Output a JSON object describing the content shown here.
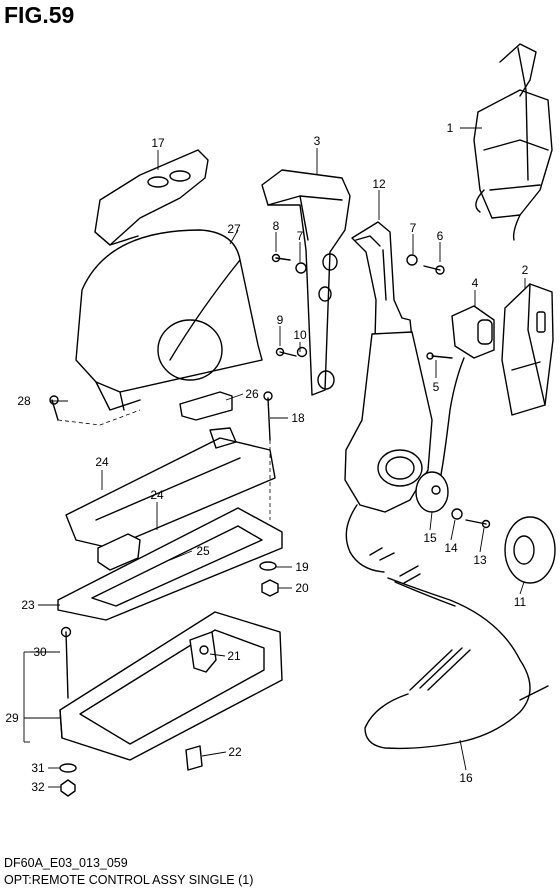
{
  "figure": {
    "title": "FIG.59",
    "code": "DF60A_E03_013_059",
    "caption": "OPT:REMOTE CONTROL ASSY SINGLE (1)"
  },
  "callouts": {
    "c1": "1",
    "c2": "2",
    "c3": "3",
    "c4": "4",
    "c5": "5",
    "c6": "6",
    "c7a": "7",
    "c7b": "7",
    "c8": "8",
    "c9": "9",
    "c10": "10",
    "c11": "11",
    "c12": "12",
    "c13": "13",
    "c14": "14",
    "c15": "15",
    "c16": "16",
    "c17": "17",
    "c18": "18",
    "c19": "19",
    "c20": "20",
    "c21": "21",
    "c22": "22",
    "c23": "23",
    "c24a": "24",
    "c24b": "24",
    "c25": "25",
    "c26": "26",
    "c27": "27",
    "c28": "28",
    "c29": "29",
    "c30": "30",
    "c31": "31",
    "c32": "32"
  }
}
